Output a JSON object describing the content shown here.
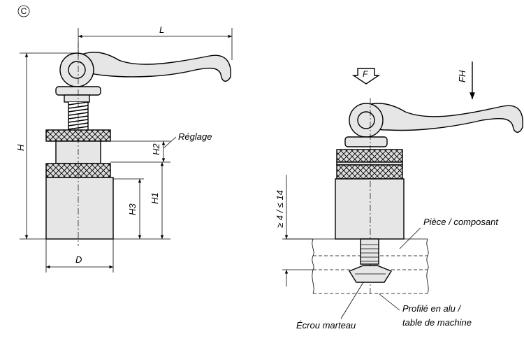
{
  "variant_label": "C",
  "dimensions": {
    "L": "L",
    "H": "H",
    "H1": "H1",
    "H2": "H2",
    "H3": "H3",
    "D": "D",
    "F": "F",
    "FH": "FH",
    "depth": "≥ 4 / ≤ 14"
  },
  "annotations": {
    "adjustment": "Réglage",
    "component": "Pièce / composant",
    "profile_line1": "Profilé en alu /",
    "profile_line2": "table de machine",
    "nut": "Écrou marteau"
  }
}
